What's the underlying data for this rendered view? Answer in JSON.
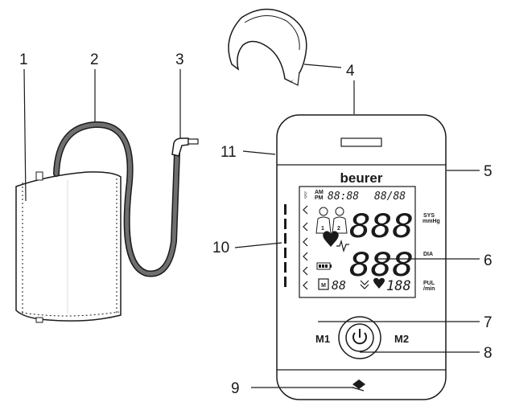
{
  "callouts": {
    "c1": "1",
    "c2": "2",
    "c3": "3",
    "c4": "4",
    "c5": "5",
    "c6": "6",
    "c7": "7",
    "c8": "8",
    "c9": "9",
    "c10": "10",
    "c11": "11"
  },
  "device": {
    "brand": "beurer",
    "display": {
      "am": "AM",
      "pm": "PM",
      "time_digits": "88:88",
      "date_digits": "88/88",
      "sys_digits": "888",
      "dia_digits": "888",
      "memory_digits": "88",
      "pulse_digits": "188",
      "sys_label": "SYS",
      "dia_label": "DIA",
      "pul_label": "PUL",
      "mmhg_unit": "mmHg",
      "min_unit": "/min",
      "memory_icon": "M",
      "user1": "1",
      "user2": "2"
    },
    "buttons": {
      "m1": "M1",
      "m2": "M2"
    }
  },
  "colors": {
    "line": "#1a1a1a",
    "tube": "#6f6f6f",
    "cuff_fill": "#ffffff"
  }
}
